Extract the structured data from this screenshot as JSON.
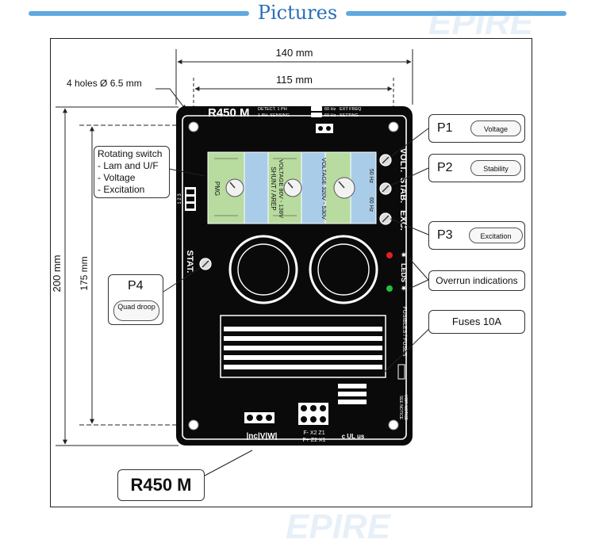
{
  "header": {
    "title": "Pictures"
  },
  "dimensions": {
    "width_outer": "140 mm",
    "width_inner": "115 mm",
    "height_outer": "200 mm",
    "height_inner": "175 mm",
    "holes": "4 holes Ø 6.5 mm"
  },
  "board": {
    "model": "R450 M",
    "detect_line1": "DETECT. 1 PH",
    "detect_line2": "1 PH. SENSING",
    "freq_line1": "60 Hz",
    "freq_line2": "60 Hz",
    "ext_freq_line1": "EXT FREQ",
    "ext_freq_line2": "SETTING",
    "pmg_label": "PMG",
    "shunt_label": "SHUNT / AREP",
    "voltage_low": "VOLTAGE 80V - 138V",
    "voltage_high": "VOLTAGE 320V - 530V",
    "hz50": "50 Hz",
    "hz60": "60 Hz",
    "stat_label": "STAT.",
    "volt_label": "VOLT.",
    "stab_label": "STAB.",
    "exc_label": "EXC.",
    "leds_label": "LEDS",
    "fuses_label": "FUSIBLES / FUSES",
    "notice_line1": "VOIR NOTICE",
    "notice_line2": "SEE NOTICE",
    "terminal_bottom": "|nc|V|W|",
    "terminal_rows": [
      "F- X2 Z1",
      "F+ Z2 X1"
    ],
    "ul_mark": "c UL us",
    "switch_label": "1 2 3"
  },
  "callouts": {
    "rotating_switch": [
      "Rotating switch",
      "- Lam and U/F",
      "- Voltage",
      "- Excitation"
    ],
    "p1": {
      "name": "P1",
      "knob": "Voltage"
    },
    "p2": {
      "name": "P2",
      "knob": "Stability"
    },
    "p3": {
      "name": "P3",
      "knob": "Excitation"
    },
    "p4": {
      "name": "P4",
      "knob": "Quad droop"
    },
    "overrun": "Overrun indications",
    "fuses": "Fuses 10A"
  },
  "model_label": "R450 M",
  "colors": {
    "title_blue": "#2a6fb8",
    "bar_blue": "#5fa9e0",
    "board_black": "#0a0a0a",
    "switch_green": "#b8dba0",
    "switch_blue": "#a9cde8",
    "led_red": "#e02020",
    "led_green": "#20c040"
  }
}
